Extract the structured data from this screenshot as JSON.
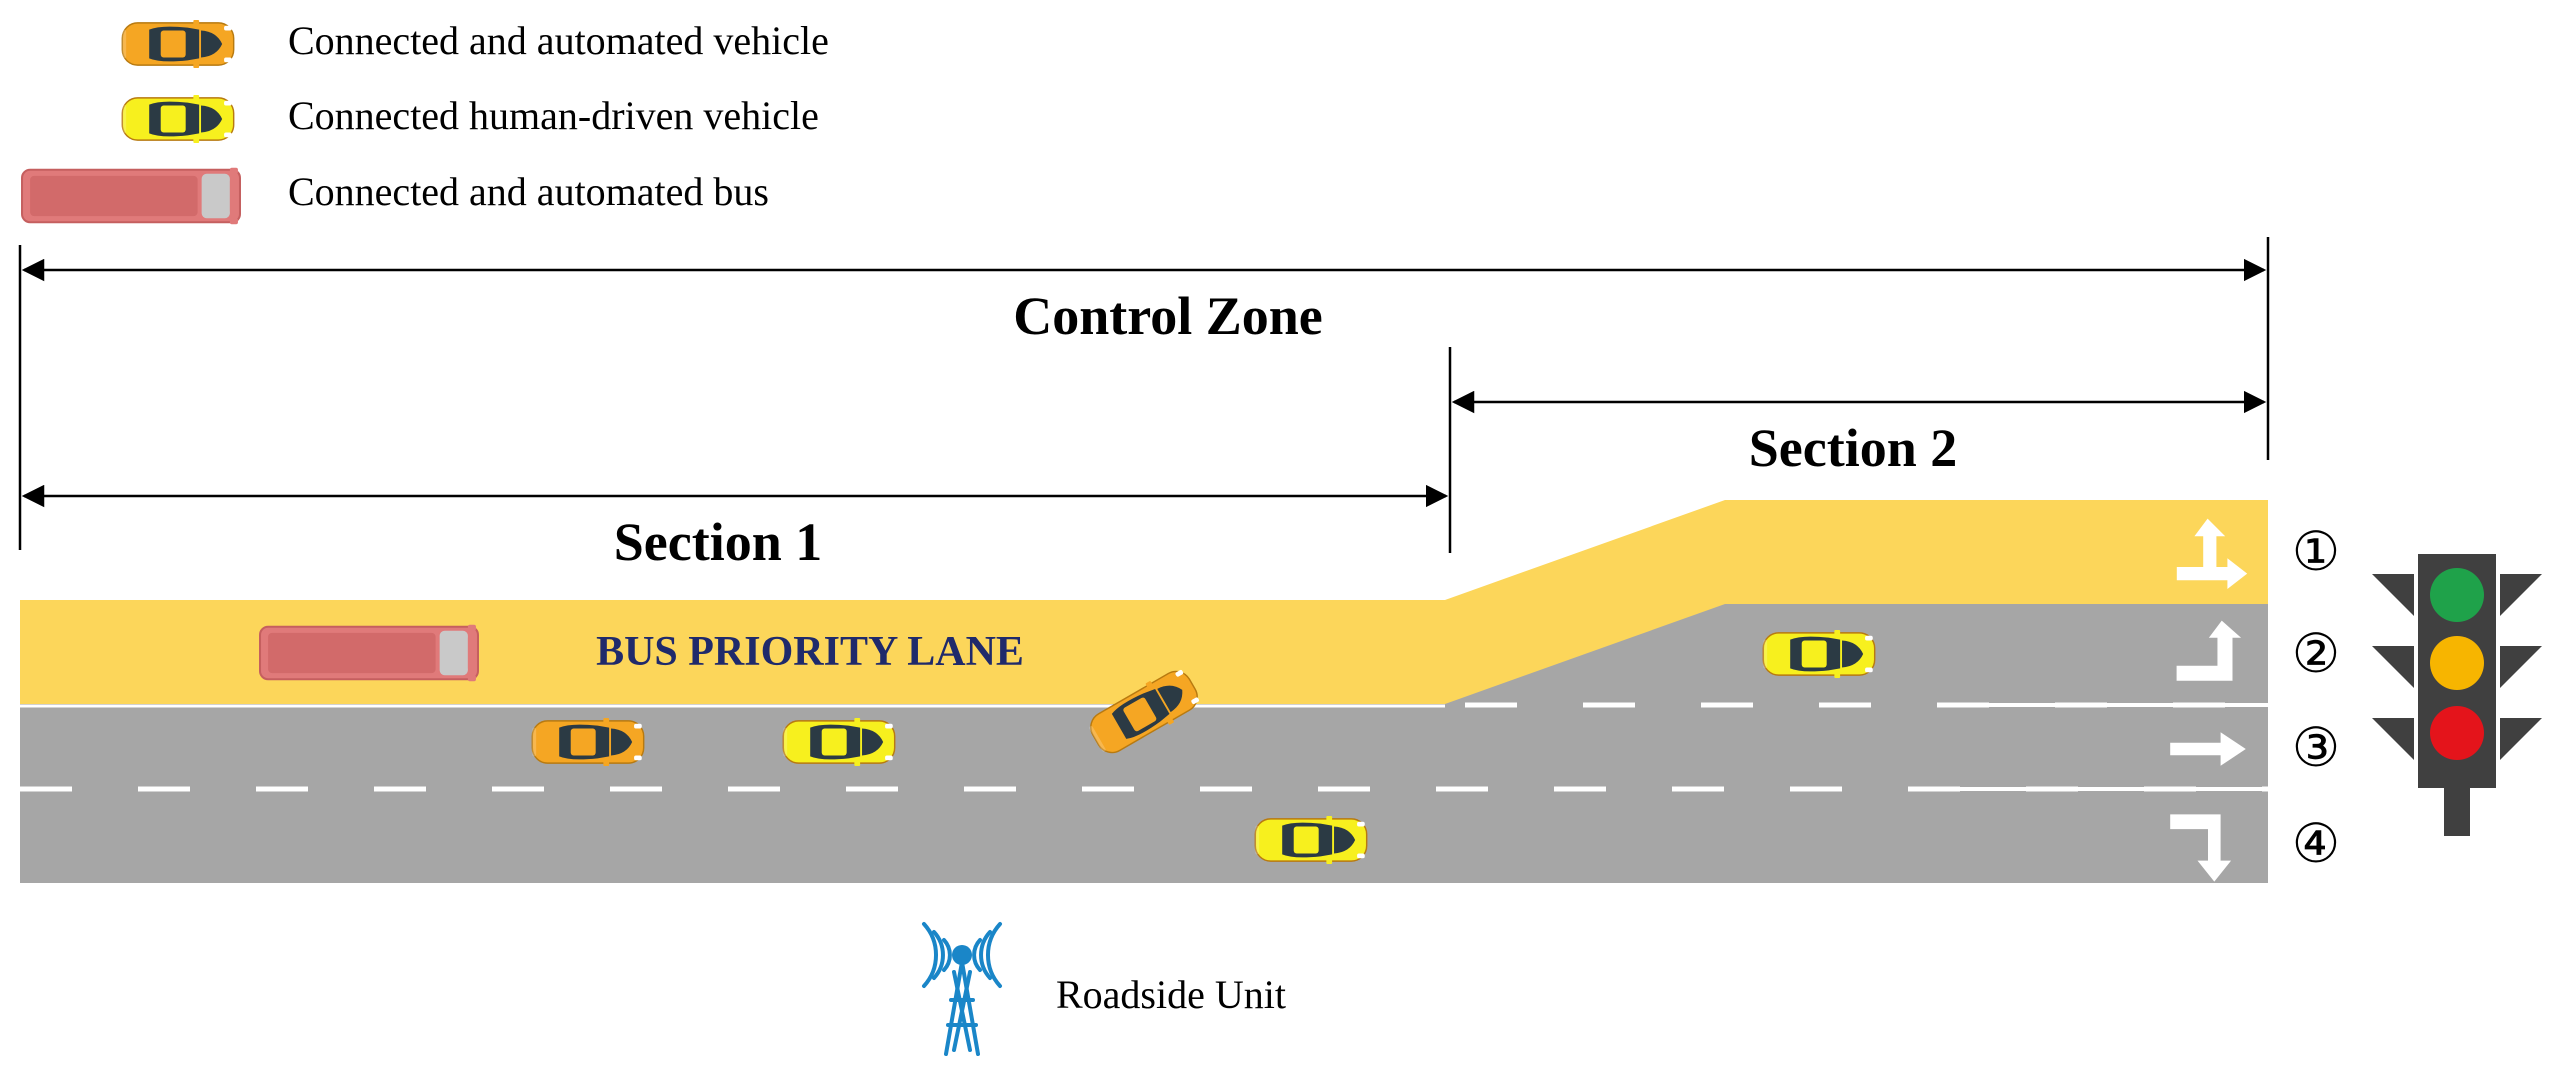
{
  "legend": [
    {
      "label": "Connected and automated vehicle",
      "color": "#f5a623",
      "icon": "orange-car-icon"
    },
    {
      "label": "Connected human-driven vehicle",
      "color": "#f7f01e",
      "icon": "yellow-car-icon"
    },
    {
      "label": "Connected and automated bus",
      "color": "#e07a7a",
      "icon": "bus-icon"
    }
  ],
  "zones": {
    "control_zone": "Control Zone",
    "section_1": "Section 1",
    "section_2": "Section 2"
  },
  "road": {
    "bus_lane_label": "BUS PRIORITY LANE",
    "lane_numbers": [
      "①",
      "②",
      "③",
      "④"
    ],
    "lane_arrows": [
      "straight-right-arrow-icon",
      "left-turn-arrow-icon",
      "straight-arrow-icon",
      "right-turn-arrow-icon"
    ]
  },
  "roadside_unit": {
    "label": "Roadside Unit",
    "icon": "antenna-icon"
  },
  "traffic_light": {
    "lights": [
      "#1fa24a",
      "#f7b500",
      "#e4141b"
    ]
  },
  "colors": {
    "road": "#a6a6a6",
    "bus_lane": "#fcd65a",
    "lane_line": "#ffffff",
    "section_label": "#000000",
    "bus_lane_text": "#1f2a6b",
    "rsu": "#1a86c8",
    "traffic_light_body": "#404040"
  }
}
